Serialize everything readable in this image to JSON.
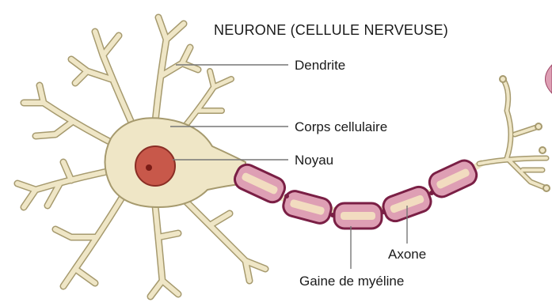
{
  "title": "NEURONE (CELLULE NERVEUSE)",
  "labels": {
    "dendrite": "Dendrite",
    "cell_body": "Corps cellulaire",
    "nucleus": "Noyau",
    "axon": "Axone",
    "myelin_sheath": "Gaine de myéline"
  },
  "colors": {
    "cell_fill": "#efe6c6",
    "cell_stroke": "#a69a6e",
    "nucleus_fill": "#c8584a",
    "nucleus_stroke": "#8a2e25",
    "myelin_fill": "#de9fb4",
    "myelin_stroke": "#7a1f45",
    "leader_line": "#777777"
  }
}
